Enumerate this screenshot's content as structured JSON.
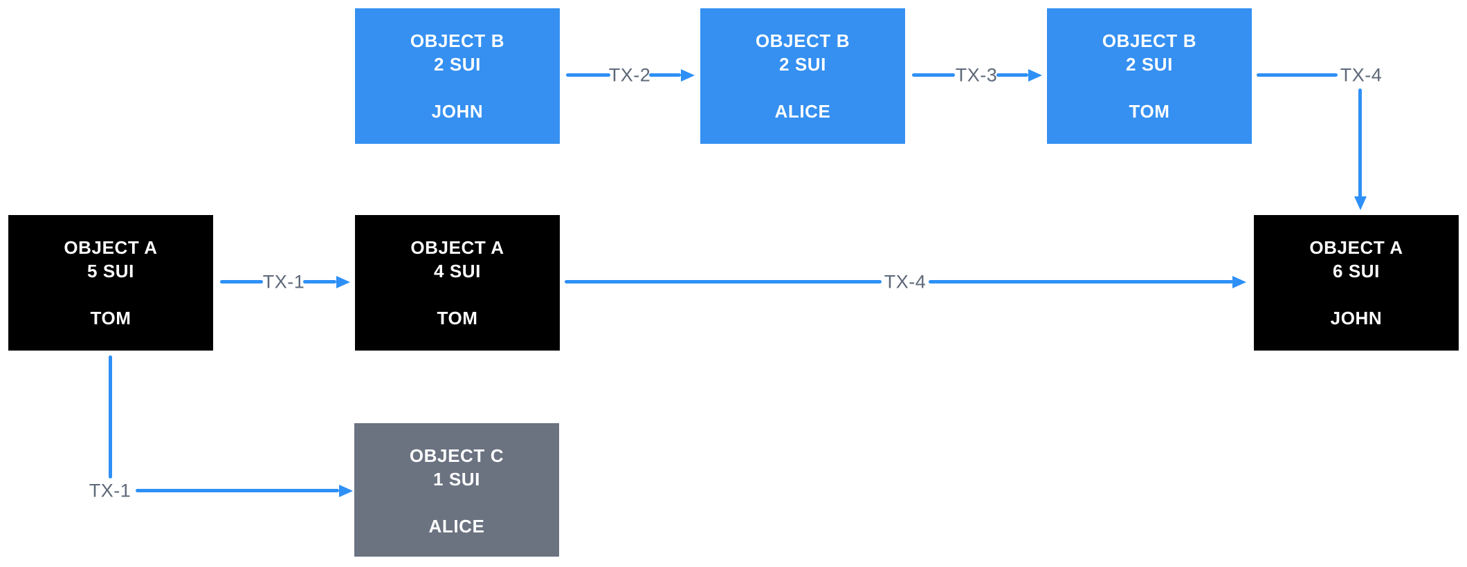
{
  "colors": {
    "background": "#ffffff",
    "object_b_fill": "#3590F1",
    "object_a_fill": "#000000",
    "object_c_fill": "#6B7381",
    "node_text": "#ffffff",
    "arrow": "#2E90F6",
    "tx_label": "#5D6878"
  },
  "nodes": [
    {
      "title": "OBJECT B",
      "amount": "2 SUI",
      "owner": "JOHN"
    },
    {
      "title": "OBJECT B",
      "amount": "2 SUI",
      "owner": "ALICE"
    },
    {
      "title": "OBJECT B",
      "amount": "2 SUI",
      "owner": "TOM"
    },
    {
      "title": "OBJECT A",
      "amount": "5 SUI",
      "owner": "TOM"
    },
    {
      "title": "OBJECT A",
      "amount": "4 SUI",
      "owner": "TOM"
    },
    {
      "title": "OBJECT A",
      "amount": "6 SUI",
      "owner": "JOHN"
    },
    {
      "title": "OBJECT C",
      "amount": "1 SUI",
      "owner": "ALICE"
    }
  ],
  "edges": [
    {
      "label": "TX-1"
    },
    {
      "label": "TX-1"
    },
    {
      "label": "TX-2"
    },
    {
      "label": "TX-3"
    },
    {
      "label": "TX-4"
    },
    {
      "label": "TX-4"
    }
  ]
}
